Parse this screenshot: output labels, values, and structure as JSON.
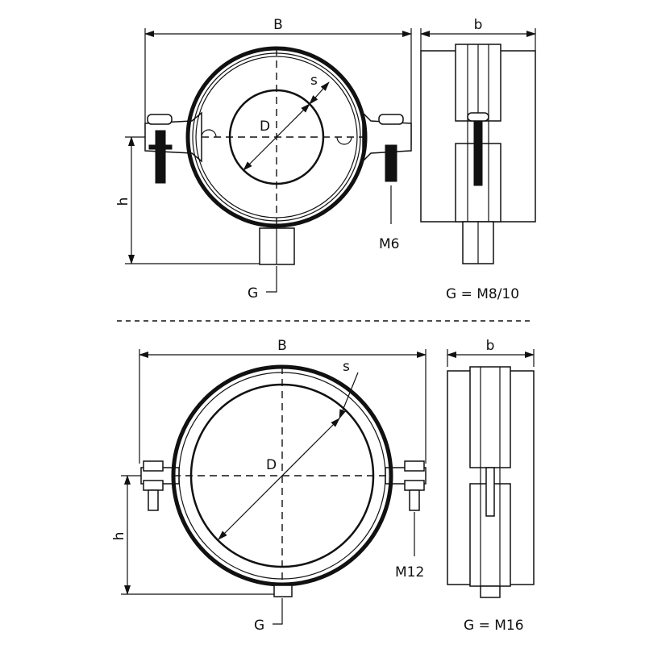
{
  "top_drawing": {
    "width_label": "B",
    "side_width_label": "b",
    "wall_label": "s",
    "diameter_label": "D",
    "height_label": "h",
    "bolt_label": "M6",
    "thread_label": "G",
    "thread_spec": "G = M8/10"
  },
  "bottom_drawing": {
    "width_label": "B",
    "side_width_label": "b",
    "wall_label": "s",
    "diameter_label": "D",
    "height_label": "h",
    "bolt_label": "M12",
    "thread_label": "G",
    "thread_spec": "G = M16"
  }
}
